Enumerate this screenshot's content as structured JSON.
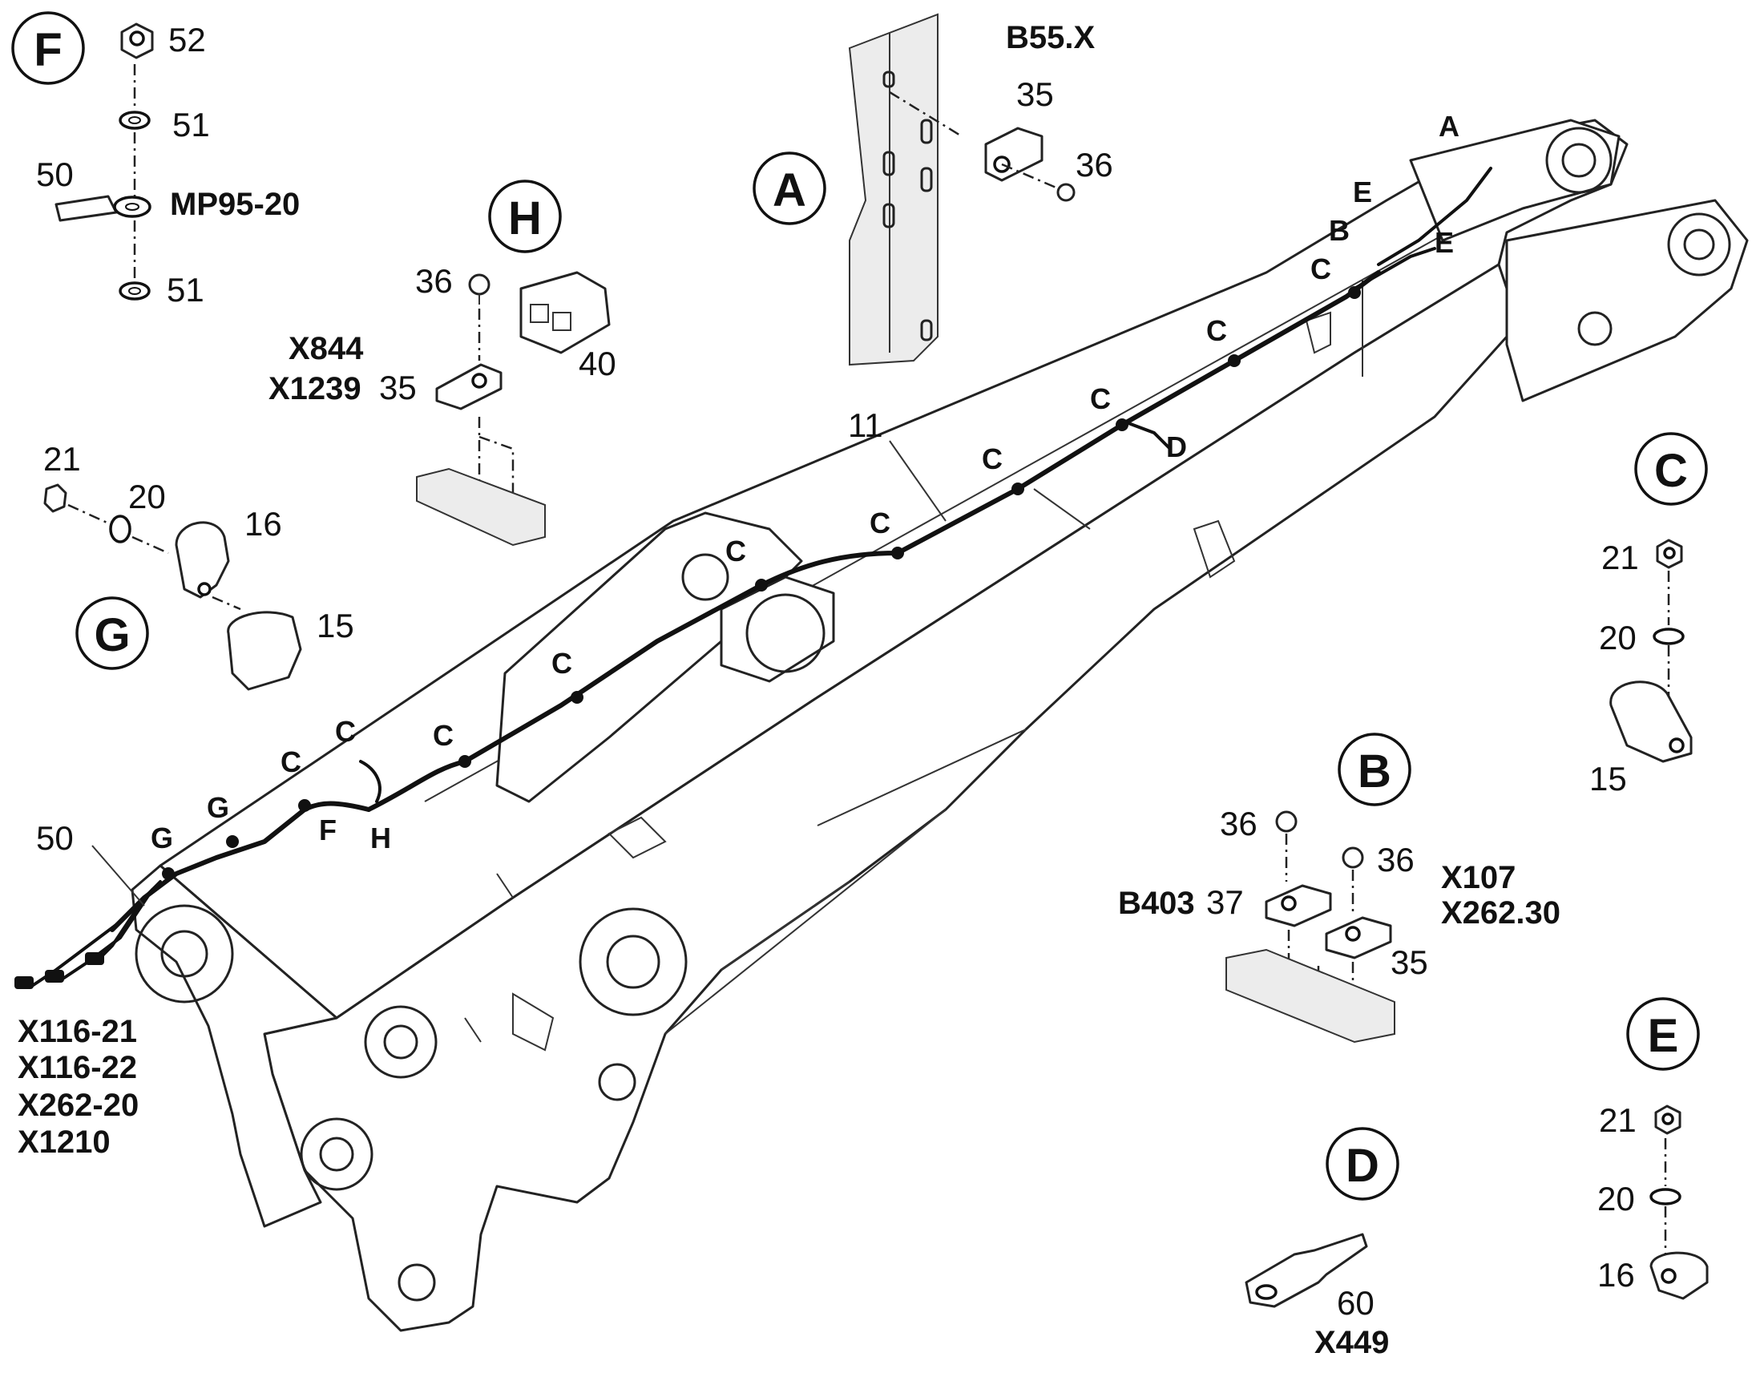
{
  "callouts": [
    {
      "id": "F",
      "text": "F"
    },
    {
      "id": "H",
      "text": "H"
    },
    {
      "id": "A",
      "text": "A"
    },
    {
      "id": "G",
      "text": "G"
    },
    {
      "id": "C",
      "text": "C"
    },
    {
      "id": "B",
      "text": "B"
    },
    {
      "id": "E",
      "text": "E"
    },
    {
      "id": "D",
      "text": "D"
    }
  ],
  "labels": {
    "b55x": "B55.X",
    "n52": "52",
    "n51a": "51",
    "n50a": "50",
    "mp95": "MP95-20",
    "n51b": "51",
    "n35a": "35",
    "n36a": "36",
    "n36h": "36",
    "x844": "X844",
    "x1239": "X1239",
    "n35h": "35",
    "n40": "40",
    "n21g": "21",
    "n20g": "20",
    "n16g": "16",
    "n15g": "15",
    "n11": "11",
    "n21c": "21",
    "n20c": "20",
    "n15c": "15",
    "n36b1": "36",
    "n36b2": "36",
    "b403": "B403",
    "n37": "37",
    "x107": "X107",
    "x2623": "X262.30",
    "n35b": "35",
    "n21e": "21",
    "n20e": "20",
    "n16e": "16",
    "n60": "60",
    "x449": "X449",
    "n50b": "50",
    "x116_21": "X116-21",
    "x116_22": "X116-22",
    "x262_20": "X262-20",
    "x1210": "X1210"
  },
  "boom_letters": [
    {
      "id": "A",
      "text": "A"
    },
    {
      "id": "E1",
      "text": "E"
    },
    {
      "id": "B",
      "text": "B"
    },
    {
      "id": "E2",
      "text": "E"
    },
    {
      "id": "C1",
      "text": "C"
    },
    {
      "id": "C2",
      "text": "C"
    },
    {
      "id": "C3",
      "text": "C"
    },
    {
      "id": "D",
      "text": "D"
    },
    {
      "id": "C4",
      "text": "C"
    },
    {
      "id": "C5",
      "text": "C"
    },
    {
      "id": "C6",
      "text": "C"
    },
    {
      "id": "C7",
      "text": "C"
    },
    {
      "id": "C8",
      "text": "C"
    },
    {
      "id": "C9",
      "text": "C"
    },
    {
      "id": "C10",
      "text": "C"
    },
    {
      "id": "G1",
      "text": "G"
    },
    {
      "id": "G2",
      "text": "G"
    },
    {
      "id": "F",
      "text": "F"
    },
    {
      "id": "H",
      "text": "H"
    }
  ]
}
